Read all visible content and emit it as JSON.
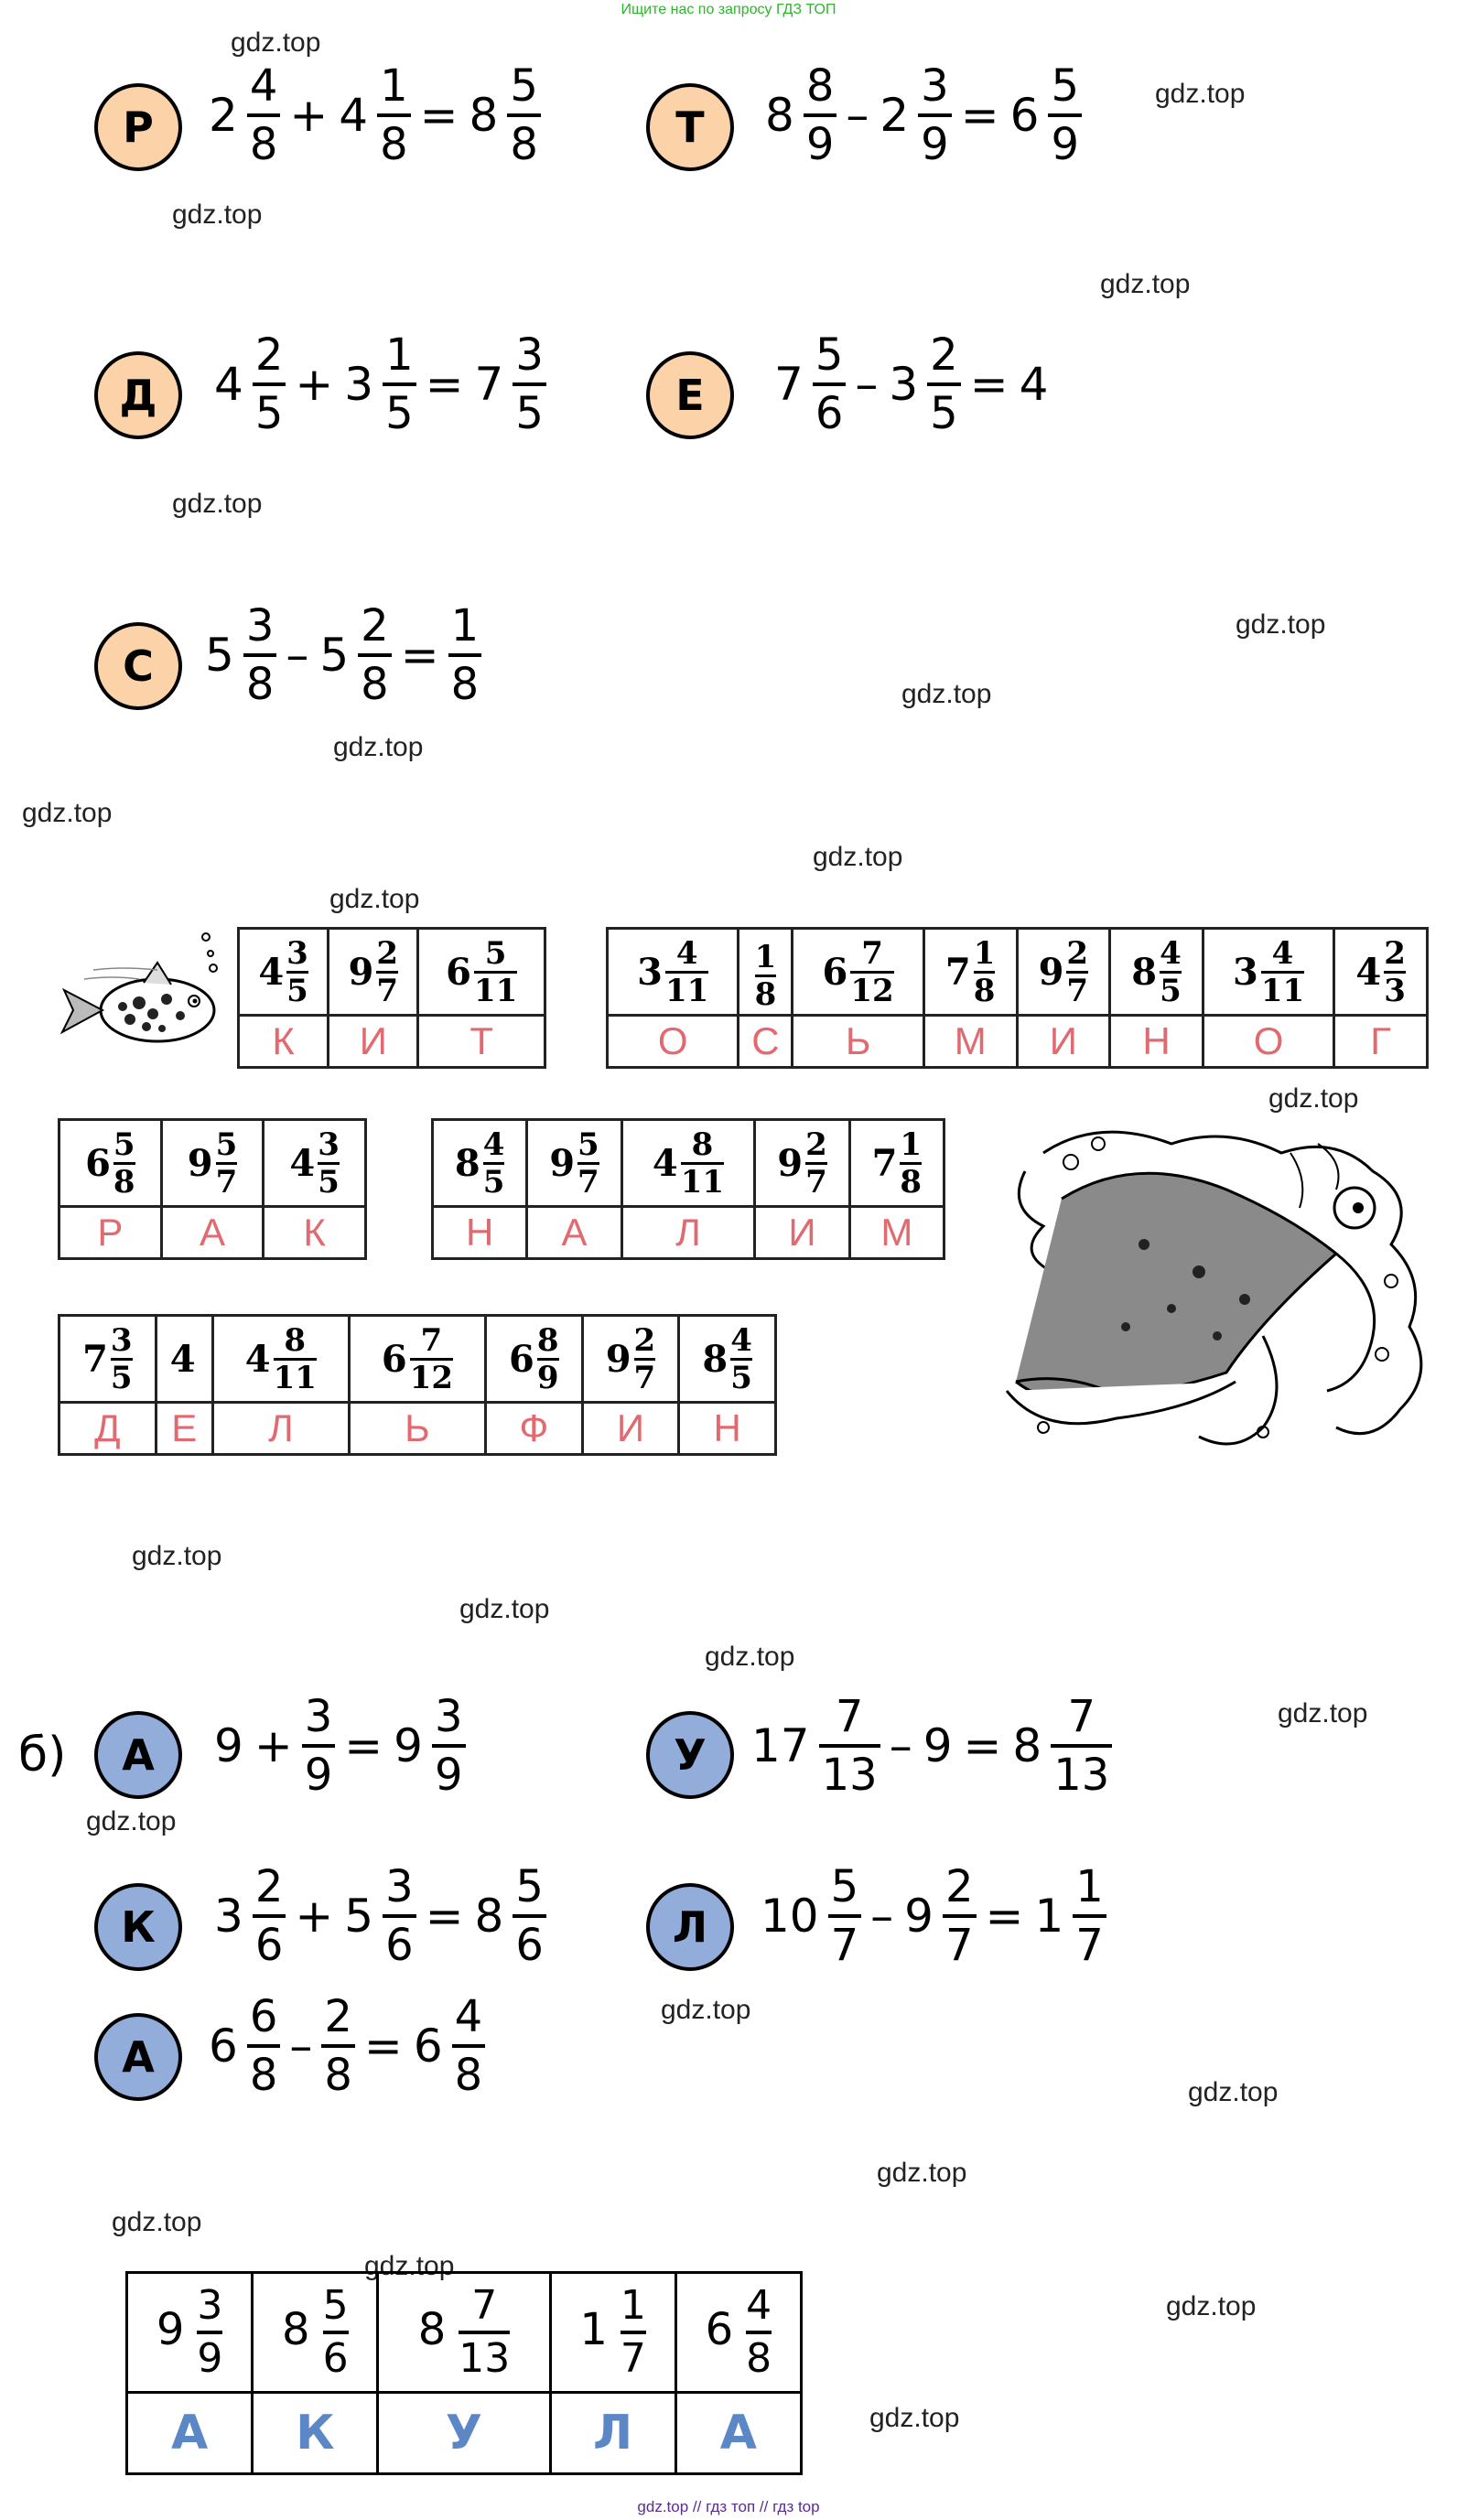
{
  "top_note": "Ищите нас по запросу ГДЗ ТОП",
  "footer": "gdz.top  //  гдз топ  //  гдз top",
  "watermark": "gdz.top",
  "section_b_label": "б)",
  "equations_a": [
    {
      "letter": "Р",
      "parts": [
        {
          "w": "2",
          "n": "4",
          "d": "8"
        },
        "+",
        {
          "w": "4",
          "n": "1",
          "d": "8"
        },
        "=",
        {
          "w": "8",
          "n": "5",
          "d": "8"
        }
      ]
    },
    {
      "letter": "Т",
      "parts": [
        {
          "w": "8",
          "n": "8",
          "d": "9"
        },
        "–",
        {
          "w": "2",
          "n": "3",
          "d": "9"
        },
        "=",
        {
          "w": "6",
          "n": "5",
          "d": "9"
        }
      ]
    },
    {
      "letter": "Д",
      "parts": [
        {
          "w": "4",
          "n": "2",
          "d": "5"
        },
        "+",
        {
          "w": "3",
          "n": "1",
          "d": "5"
        },
        "=",
        {
          "w": "7",
          "n": "3",
          "d": "5"
        }
      ]
    },
    {
      "letter": "Е",
      "parts": [
        {
          "w": "7",
          "n": "5",
          "d": "6"
        },
        "–",
        {
          "w": "3",
          "n": "2",
          "d": "5"
        },
        "=",
        "4"
      ]
    },
    {
      "letter": "С",
      "parts": [
        {
          "w": "5",
          "n": "3",
          "d": "8"
        },
        "–",
        {
          "w": "5",
          "n": "2",
          "d": "8"
        },
        "=",
        {
          "w": "",
          "n": "1",
          "d": "8"
        }
      ]
    }
  ],
  "puzzle_tables": [
    {
      "name": "kit",
      "cells": [
        {
          "w": "4",
          "n": "3",
          "d": "5",
          "l": "К"
        },
        {
          "w": "9",
          "n": "2",
          "d": "7",
          "l": "И"
        },
        {
          "w": "6",
          "n": "5",
          "d": "11",
          "l": "Т"
        }
      ]
    },
    {
      "name": "osminog",
      "cells": [
        {
          "w": "3",
          "n": "4",
          "d": "11",
          "l": "О"
        },
        {
          "w": "",
          "n": "1",
          "d": "8",
          "l": "С"
        },
        {
          "w": "6",
          "n": "7",
          "d": "12",
          "l": "Ь"
        },
        {
          "w": "7",
          "n": "1",
          "d": "8",
          "l": "М"
        },
        {
          "w": "9",
          "n": "2",
          "d": "7",
          "l": "И"
        },
        {
          "w": "8",
          "n": "4",
          "d": "5",
          "l": "Н"
        },
        {
          "w": "3",
          "n": "4",
          "d": "11",
          "l": "О"
        },
        {
          "w": "4",
          "n": "2",
          "d": "3",
          "l": "Г"
        }
      ]
    },
    {
      "name": "rak",
      "cells": [
        {
          "w": "6",
          "n": "5",
          "d": "8",
          "l": "Р"
        },
        {
          "w": "9",
          "n": "5",
          "d": "7",
          "l": "А"
        },
        {
          "w": "4",
          "n": "3",
          "d": "5",
          "l": "К"
        }
      ]
    },
    {
      "name": "nalim",
      "cells": [
        {
          "w": "8",
          "n": "4",
          "d": "5",
          "l": "Н"
        },
        {
          "w": "9",
          "n": "5",
          "d": "7",
          "l": "А"
        },
        {
          "w": "4",
          "n": "8",
          "d": "11",
          "l": "Л"
        },
        {
          "w": "9",
          "n": "2",
          "d": "7",
          "l": "И"
        },
        {
          "w": "7",
          "n": "1",
          "d": "8",
          "l": "М"
        }
      ]
    },
    {
      "name": "delfin",
      "cells": [
        {
          "w": "7",
          "n": "3",
          "d": "5",
          "l": "Д"
        },
        {
          "w": "4",
          "n": "",
          "d": "",
          "l": "Е"
        },
        {
          "w": "4",
          "n": "8",
          "d": "11",
          "l": "Л"
        },
        {
          "w": "6",
          "n": "7",
          "d": "12",
          "l": "Ь"
        },
        {
          "w": "6",
          "n": "8",
          "d": "9",
          "l": "Ф"
        },
        {
          "w": "9",
          "n": "2",
          "d": "7",
          "l": "И"
        },
        {
          "w": "8",
          "n": "4",
          "d": "5",
          "l": "Н"
        }
      ]
    }
  ],
  "equations_b": [
    {
      "letter": "А",
      "parts": [
        "9",
        "+",
        {
          "w": "",
          "n": "3",
          "d": "9"
        },
        "=",
        {
          "w": "9",
          "n": "3",
          "d": "9"
        }
      ]
    },
    {
      "letter": "У",
      "parts": [
        {
          "w": "17",
          "n": "7",
          "d": "13"
        },
        "–",
        "9",
        "=",
        {
          "w": "8",
          "n": "7",
          "d": "13"
        }
      ]
    },
    {
      "letter": "К",
      "parts": [
        {
          "w": "3",
          "n": "2",
          "d": "6"
        },
        "+",
        {
          "w": "5",
          "n": "3",
          "d": "6"
        },
        "=",
        {
          "w": "8",
          "n": "5",
          "d": "6"
        }
      ]
    },
    {
      "letter": "Л",
      "parts": [
        {
          "w": "10",
          "n": "5",
          "d": "7"
        },
        "–",
        {
          "w": "9",
          "n": "2",
          "d": "7"
        },
        "=",
        {
          "w": "1",
          "n": "1",
          "d": "7"
        }
      ]
    },
    {
      "letter": "А",
      "parts": [
        {
          "w": "6",
          "n": "6",
          "d": "8"
        },
        "–",
        {
          "w": "",
          "n": "2",
          "d": "8"
        },
        "=",
        {
          "w": "6",
          "n": "4",
          "d": "8"
        }
      ]
    }
  ],
  "final_table": [
    {
      "w": "9",
      "n": "3",
      "d": "9",
      "l": "А"
    },
    {
      "w": "8",
      "n": "5",
      "d": "6",
      "l": "К"
    },
    {
      "w": "8",
      "n": "7",
      "d": "13",
      "l": "У"
    },
    {
      "w": "1",
      "n": "1",
      "d": "7",
      "l": "Л"
    },
    {
      "w": "6",
      "n": "4",
      "d": "8",
      "l": "А"
    }
  ],
  "colors": {
    "peach": "#fcd3a8",
    "blue": "#93addb",
    "puzzle_letter": "#e06a70",
    "final_letter": "#5b87c7",
    "top_note": "#2db52d"
  }
}
